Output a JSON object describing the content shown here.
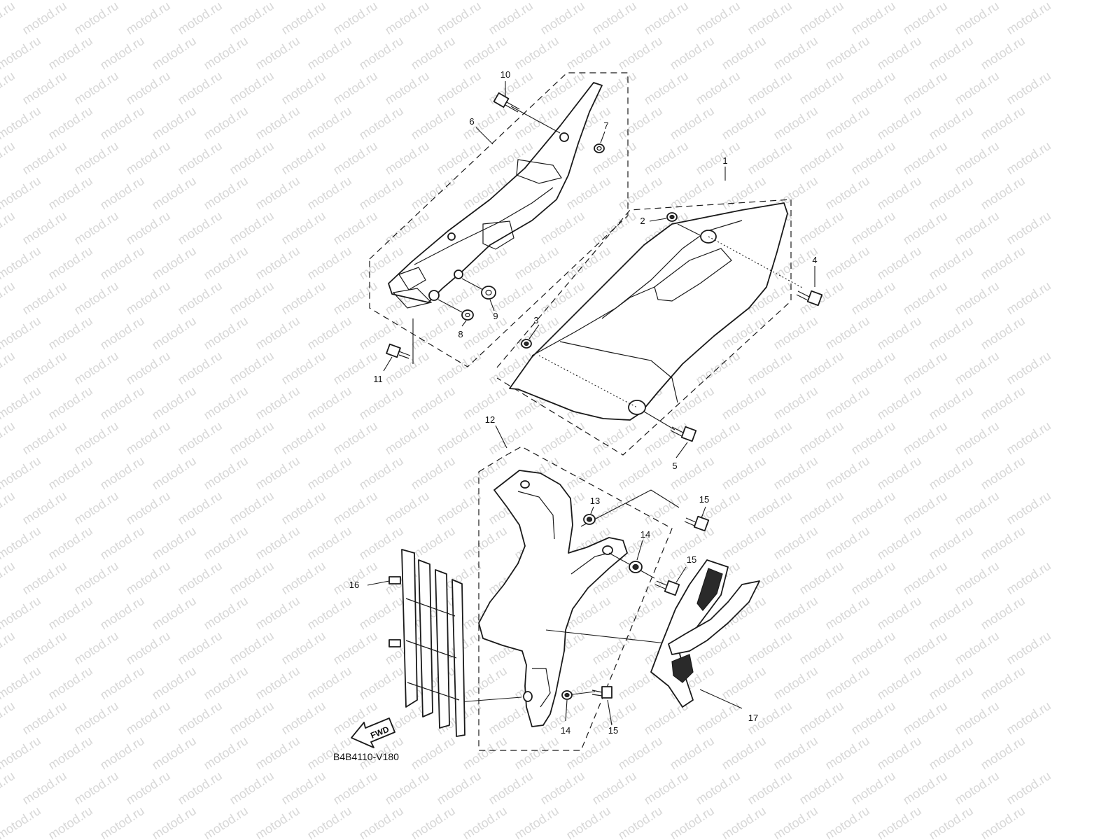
{
  "watermark": {
    "text": "motod.ru",
    "color": "#d7d7d7"
  },
  "diagram_code": "B4B4110-V180",
  "fwd_label": "FWD",
  "callouts": [
    {
      "id": "c1",
      "text": "1"
    },
    {
      "id": "c2",
      "text": "2"
    },
    {
      "id": "c3",
      "text": "3"
    },
    {
      "id": "c4",
      "text": "4"
    },
    {
      "id": "c5",
      "text": "5"
    },
    {
      "id": "c6",
      "text": "6"
    },
    {
      "id": "c7",
      "text": "7"
    },
    {
      "id": "c8",
      "text": "8"
    },
    {
      "id": "c9",
      "text": "9"
    },
    {
      "id": "c10",
      "text": "10"
    },
    {
      "id": "c11",
      "text": "11"
    },
    {
      "id": "c12",
      "text": "12"
    },
    {
      "id": "c13",
      "text": "13"
    },
    {
      "id": "c14a",
      "text": "14"
    },
    {
      "id": "c14b",
      "text": "14"
    },
    {
      "id": "c15a",
      "text": "15"
    },
    {
      "id": "c15b",
      "text": "15"
    },
    {
      "id": "c15c",
      "text": "15"
    },
    {
      "id": "c16",
      "text": "16"
    },
    {
      "id": "c17",
      "text": "17"
    }
  ]
}
